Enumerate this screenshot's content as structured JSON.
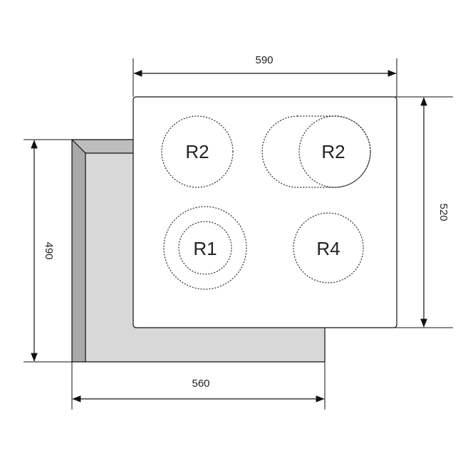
{
  "dimensions": {
    "top_width": "590",
    "right_height": "520",
    "left_height": "490",
    "bottom_width": "560"
  },
  "zones": [
    {
      "label": "R2"
    },
    {
      "label": "R2"
    },
    {
      "label": "R1"
    },
    {
      "label": "R4"
    }
  ],
  "colors": {
    "cutout_face": "#d8d8d8",
    "cutout_side": "#a9a9a9",
    "cutout_top": "#bdbdbd",
    "outline": "#111111"
  }
}
